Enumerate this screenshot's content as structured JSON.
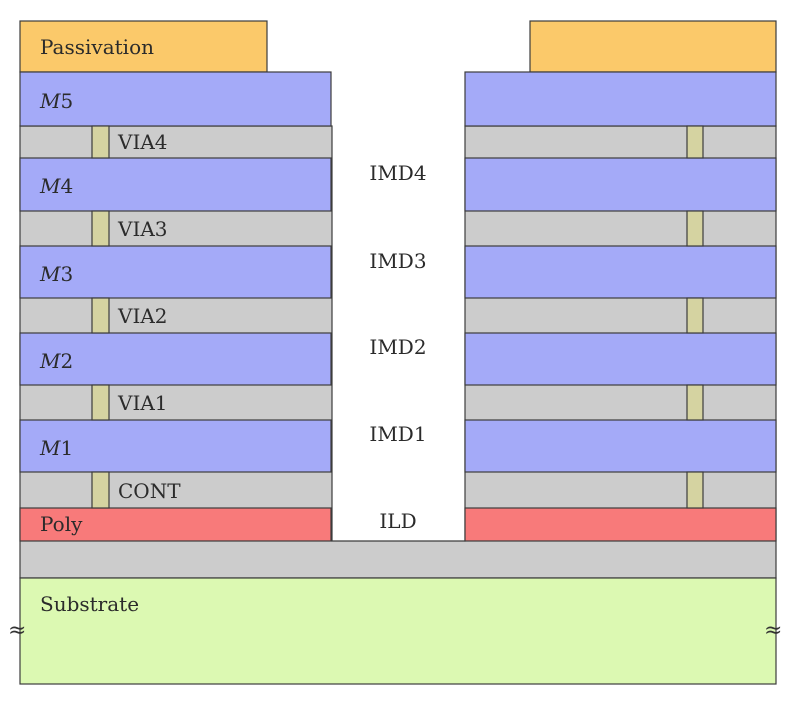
{
  "colors": {
    "passivation": "#fbc96a",
    "metal": "#a4aaf8",
    "dielectric": "#cccccc",
    "via": "#d5d3a1",
    "poly": "#f87a7a",
    "substrate": "#dcf9b2",
    "stroke": "#3c3c3c"
  },
  "labels": {
    "passivation": "Passivation",
    "substrate": "Substrate",
    "poly": "Poly",
    "ild": "ILD",
    "break_left": "≈",
    "break_right": "≈"
  },
  "metal_layers": [
    {
      "prefix": "M",
      "num": "5"
    },
    {
      "prefix": "M",
      "num": "4"
    },
    {
      "prefix": "M",
      "num": "3"
    },
    {
      "prefix": "M",
      "num": "2"
    },
    {
      "prefix": "M",
      "num": "1"
    }
  ],
  "via_layers": [
    "VIA4",
    "VIA3",
    "VIA2",
    "VIA1",
    "CONT"
  ],
  "imd_layers": [
    "IMD4",
    "IMD3",
    "IMD2",
    "IMD1"
  ]
}
